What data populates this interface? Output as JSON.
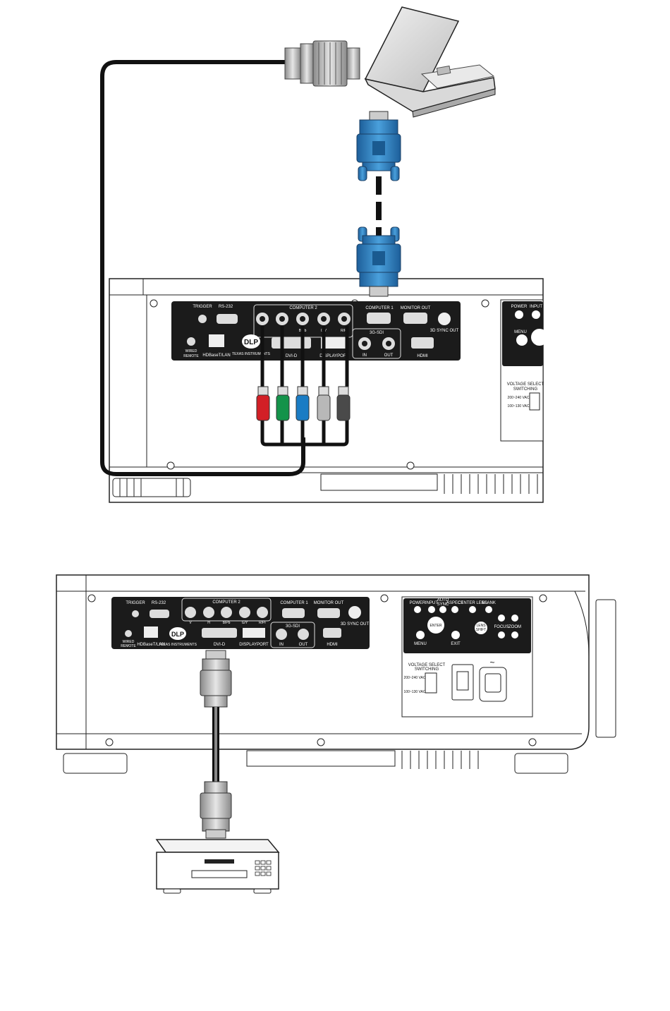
{
  "panel_labels": {
    "trigger": "TRIGGER",
    "rs232": "RS-232",
    "computer2": "COMPUTER 2",
    "computer1": "COMPUTER 1",
    "monitor_out": "MONITOR OUT",
    "sync_out": "3D SYNC OUT",
    "wired_remote_1": "WIRED",
    "wired_remote_2": "REMOTE",
    "hdbaset": "HDBaseT/LAN",
    "dvi": "DVI-D",
    "displayport": "DISPLAYPORT",
    "sdi": "3G-SDI",
    "sdi_in": "IN",
    "sdi_out": "OUT",
    "hdmi": "HDMI",
    "bnc_v": "V",
    "bnc_h": "H",
    "bnc_bpb": "B/Pb",
    "bnc_gy": "G/Y",
    "bnc_rpr": "R/Pr",
    "dlp": "DLP",
    "ti": "TEXAS INSTRUMENTS"
  },
  "control_labels": {
    "power": "POWER",
    "input": "INPUT",
    "auto_sync_1": "AUTO",
    "auto_sync_2": "SYNC",
    "aspect": "ASPECT",
    "center_lens": "CENTER LENS",
    "blank": "BLANK",
    "menu": "MENU",
    "enter": "ENTER",
    "exit": "EXIT",
    "lens_shift_1": "LENS",
    "lens_shift_2": "SHIFT",
    "focus": "FOCUS",
    "zoom": "ZOOM"
  },
  "power_labels": {
    "voltage_1": "VOLTAGE SELECT",
    "voltage_2": "SWITCHING",
    "v200": "200~240 VAC",
    "v100": "100~130 VAC",
    "ac": "~"
  },
  "colors": {
    "panel": "#1b1b1b",
    "vga_blue": "#2f86c8",
    "rca_red": "#d21f26",
    "rca_green": "#13934a",
    "rca_blue": "#1a7cc4",
    "rca_gray": "#b8b8b8",
    "rca_dark": "#4a4a4a",
    "cable": "#111111"
  }
}
